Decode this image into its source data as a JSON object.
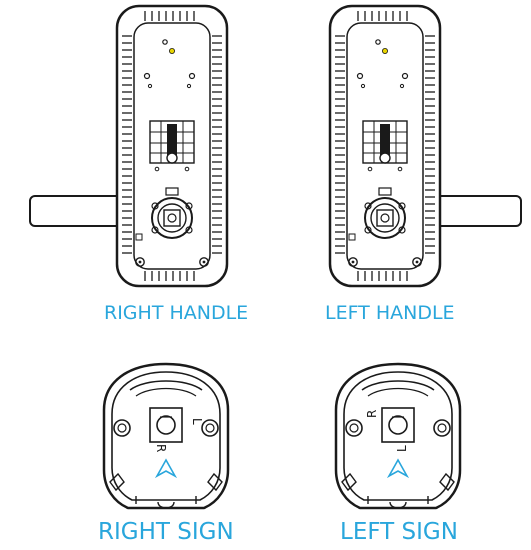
{
  "captions": {
    "right_handle": "RIGHT HANDLE",
    "left_handle": "LEFT HANDLE",
    "right_sign": "RIGHT SIGN",
    "left_sign": "LEFT SIGN"
  },
  "marks": {
    "right_sign": {
      "top_letter": "L",
      "bottom_letter": "R"
    },
    "left_sign": {
      "top_letter": "R",
      "bottom_letter": "L"
    }
  },
  "colors": {
    "caption": "#29a6dc",
    "line": "#1a1a1a",
    "accent_arrow": "#29a6dc",
    "screw_dot": "#e8d400"
  },
  "icons": [
    "handle-lever",
    "lock-backplate",
    "cylinder-cam",
    "direction-arrow-icon"
  ]
}
